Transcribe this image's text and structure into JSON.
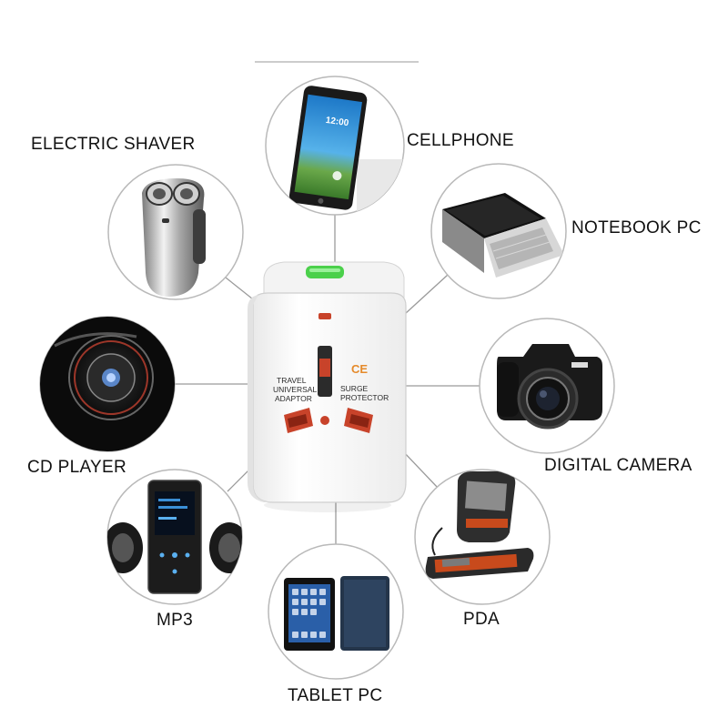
{
  "labels": {
    "electric_shaver": "ELECTRIC SHAVER",
    "cellphone": "CELLPHONE",
    "notebook_pc": "NOTEBOOK PC",
    "cd_player": "CD PLAYER",
    "digital_camera": "DIGITAL CAMERA",
    "mp3": "MP3",
    "pda": "PDA",
    "tablet_pc": "TABLET PC"
  },
  "adaptor": {
    "line1": "TRAVEL",
    "line2": "UNIVERSAL",
    "line3": "ADAPTOR",
    "ce_mark": "CE",
    "surge1": "SURGE",
    "surge2": "PROTECTOR"
  },
  "phone_screen": {
    "time": "12:00"
  },
  "colors": {
    "circle_border": "#b9b9b9",
    "connector": "#9a9a9a",
    "adaptor_body": "#f7f7f7",
    "socket_red": "#c8432a",
    "switch_green": "#4bd04b",
    "ce_orange": "#e58a2a"
  }
}
